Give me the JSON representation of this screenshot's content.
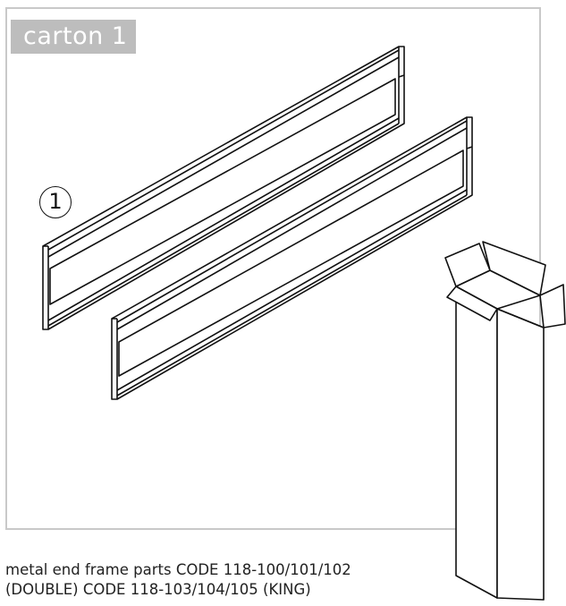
{
  "carton": {
    "label": "carton 1"
  },
  "part": {
    "number": "1"
  },
  "caption": {
    "line1": "metal end frame parts CODE 118-100/101/102",
    "line2": "(DOUBLE) CODE 118-103/104/105 (KING)"
  },
  "colors": {
    "line": "#111111",
    "box_border": "#c9c9c9",
    "label_bg": "#bdbdbd"
  },
  "icons": {
    "frames": "metal-end-frame-drawing",
    "carton": "carton-box-icon"
  }
}
